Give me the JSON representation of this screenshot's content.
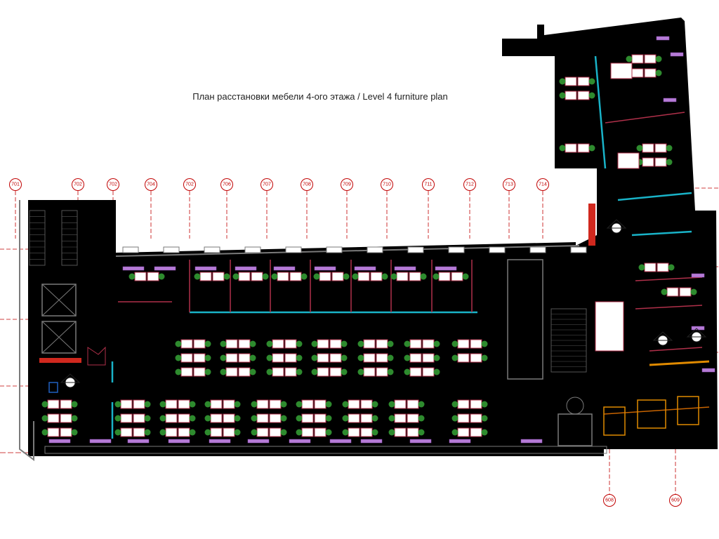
{
  "title": "План расстановки мебели 4-ого этажа / Level 4 furniture plan",
  "grid_axes_top": [
    "701",
    "702",
    "702",
    "704",
    "702",
    "706",
    "707",
    "708",
    "709",
    "710",
    "711",
    "712",
    "713",
    "714"
  ],
  "grid_axes_bottom": [
    "608",
    "609"
  ],
  "colors": {
    "wall": "#7a7a7a",
    "grid": "#c00000",
    "desk": "#b0304a",
    "chair": "#2e8b2e",
    "glass": "#19b3c8",
    "storage": "#b57bd6",
    "stair": "#555555",
    "fire": "#d0281e",
    "wc": "#e08a00"
  }
}
